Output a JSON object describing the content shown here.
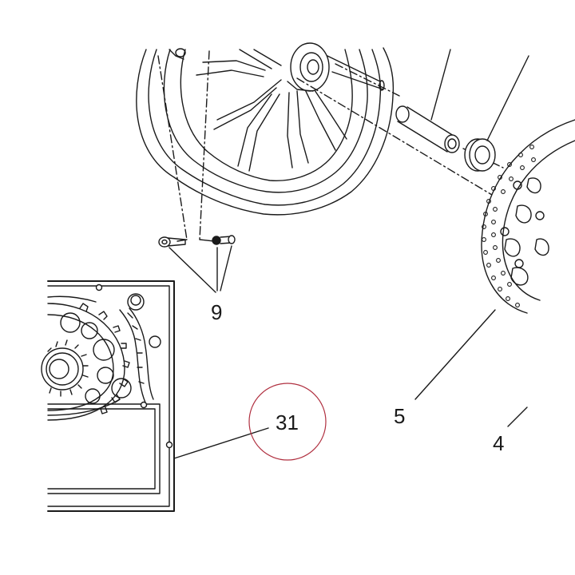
{
  "diagram": {
    "callouts": [
      {
        "id": "9",
        "label": "9"
      },
      {
        "id": "5",
        "label": "5"
      },
      {
        "id": "4",
        "label": "4"
      },
      {
        "id": "31",
        "label": "31"
      }
    ],
    "colors": {
      "line": "#1a1a1a",
      "fill": "#ffffff",
      "highlight_circle": "#b03040"
    }
  }
}
